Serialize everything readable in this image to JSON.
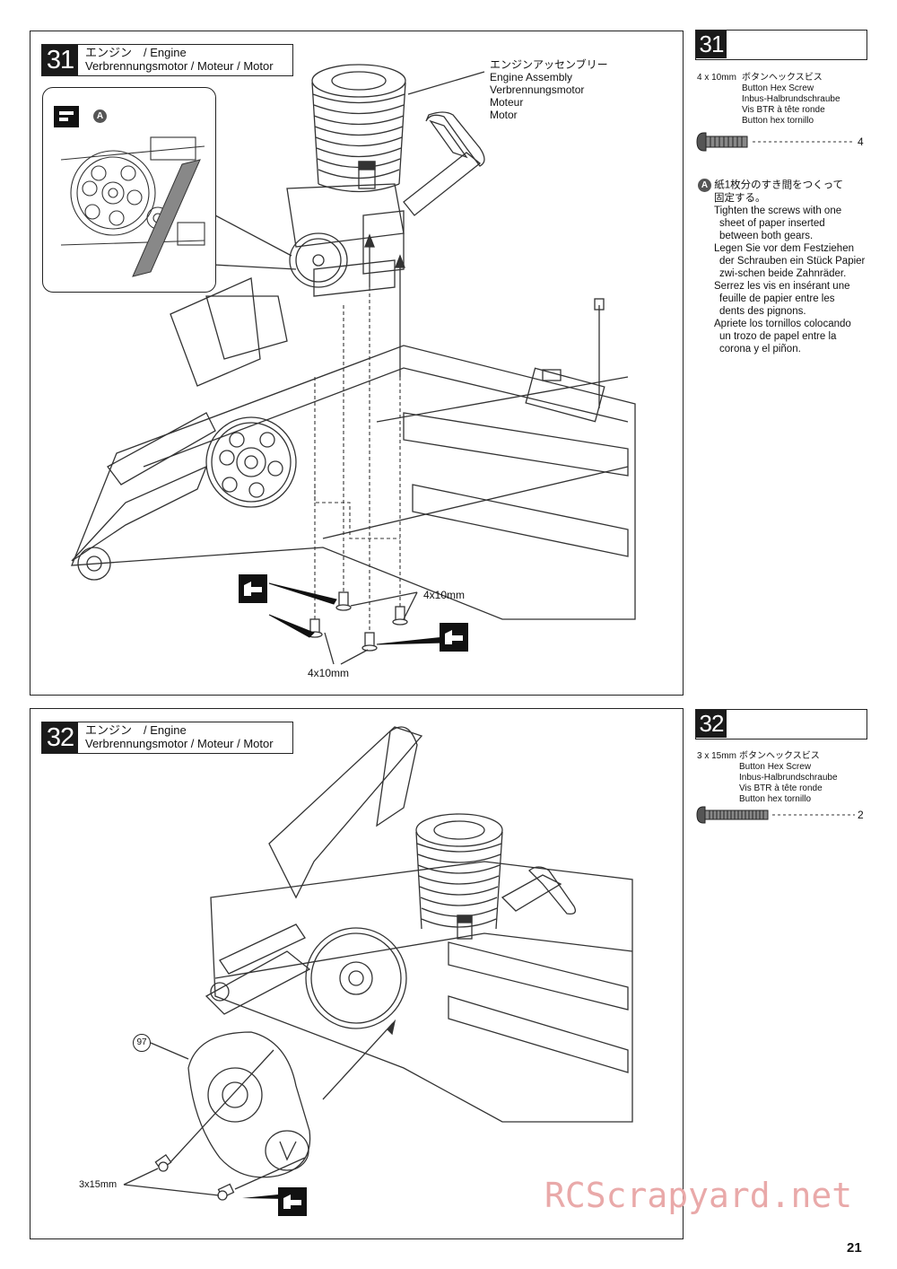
{
  "step31": {
    "number": "31",
    "title_line1": "エンジン　/ Engine",
    "title_line2": "Verbrennungsmotor / Moteur / Motor",
    "engine_label": [
      "エンジンアッセンブリー",
      "Engine Assembly",
      "Verbrennungsmotor",
      "Moteur",
      "Motor"
    ],
    "inset_marker": "A",
    "screw_callout_top": "4x10mm",
    "screw_callout_bottom": "4x10mm",
    "side": {
      "number": "31",
      "part_size": "4 x 10mm",
      "part_names": [
        "ボタンヘックスビス",
        "Button Hex Screw",
        "Inbus-Halbrundschraube",
        "Vis BTR à tête ronde",
        "Button hex tornillo"
      ],
      "quantity": "4",
      "note_marker": "A",
      "note_lines": [
        {
          "text": "紙1枚分のすき間をつくって",
          "indent": 0
        },
        {
          "text": "固定する。",
          "indent": 1
        },
        {
          "text": "Tighten the screws with one",
          "indent": 1
        },
        {
          "text": "sheet of paper inserted",
          "indent": 2
        },
        {
          "text": "between both gears.",
          "indent": 2
        },
        {
          "text": "Legen Sie vor dem Festziehen",
          "indent": 1
        },
        {
          "text": "der Schrauben ein Stück Papier",
          "indent": 2
        },
        {
          "text": "zwi-schen beide Zahnräder.",
          "indent": 2
        },
        {
          "text": "Serrez les vis en insérant une",
          "indent": 1
        },
        {
          "text": "feuille de papier entre les",
          "indent": 2
        },
        {
          "text": "dents des pignons.",
          "indent": 2
        },
        {
          "text": "Apriete los tornillos colocando",
          "indent": 1
        },
        {
          "text": "un trozo de papel entre la",
          "indent": 2
        },
        {
          "text": "corona y el piñon.",
          "indent": 2
        }
      ]
    }
  },
  "step32": {
    "number": "32",
    "title_line1": "エンジン　/ Engine",
    "title_line2": "Verbrennungsmotor / Moteur / Motor",
    "part_ref": "97",
    "screw_callout": "3x15mm",
    "side": {
      "number": "32",
      "part_size": "3 x 15mm",
      "part_names": [
        "ボタンヘックスビス",
        "Button Hex Screw",
        "Inbus-Halbrundschraube",
        "Vis BTR à tête ronde",
        "Button hex tornillo"
      ],
      "quantity": "2"
    }
  },
  "watermark": "RCScrapyard.net",
  "page_number": "21"
}
